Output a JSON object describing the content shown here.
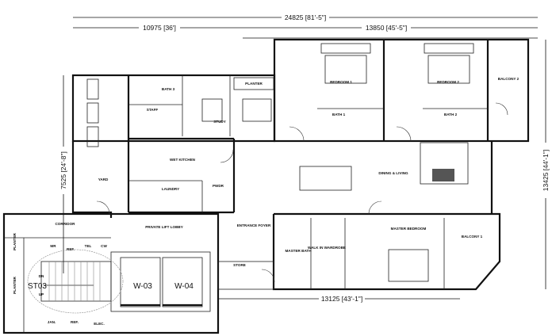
{
  "dimensions": {
    "overall_width": "24825 [81'-5\"]",
    "left_width": "10975 [36']",
    "right_width": "13850 [45'-5\"]",
    "left_depth": "7525 [24'-8\"]",
    "right_depth": "13425 [44'-1\"]",
    "bottom_width": "13125 [43'-1\"]"
  },
  "rooms": {
    "bedroom1": "BEDROOM 1",
    "bedroom2": "BEDROOM 2",
    "balcony2": "BALCONY 2",
    "bath1": "BATH 1",
    "bath2": "BATH 2",
    "bath3": "BATH 3",
    "staff": "STAFF",
    "study": "STUDY",
    "planter_top": "PLANTER",
    "wet_kitchen": "WET KITCHEN",
    "laundry": "LAUNDRY",
    "powder": "PWDR",
    "yard": "YARD",
    "dining_living": "DINING & LIVING",
    "master_bedroom": "MASTER BEDROOM",
    "balcony1": "BALCONY 1",
    "walk_in_wardrobe": "WALK IN WARDROBE",
    "master_bath": "MASTER BATH",
    "entrance_foyer": "ENTRANCE FOYER",
    "store": "STORE",
    "private_lift_lobby": "PRIVATE LIFT LOBBY",
    "corridor": "CORRIDOR",
    "planter_left1": "PLANTER",
    "planter_left2": "PLANTER"
  },
  "core": {
    "stair": "ST03",
    "down": "DN",
    "up": "UP",
    "lift1": "W-03",
    "lift2": "W-04",
    "mr": "MR",
    "ref1": "REF.",
    "tel": "TEL",
    "cw": "CW",
    "jan": "JAN.",
    "ref2": "REF.",
    "elec": "ELEC."
  }
}
